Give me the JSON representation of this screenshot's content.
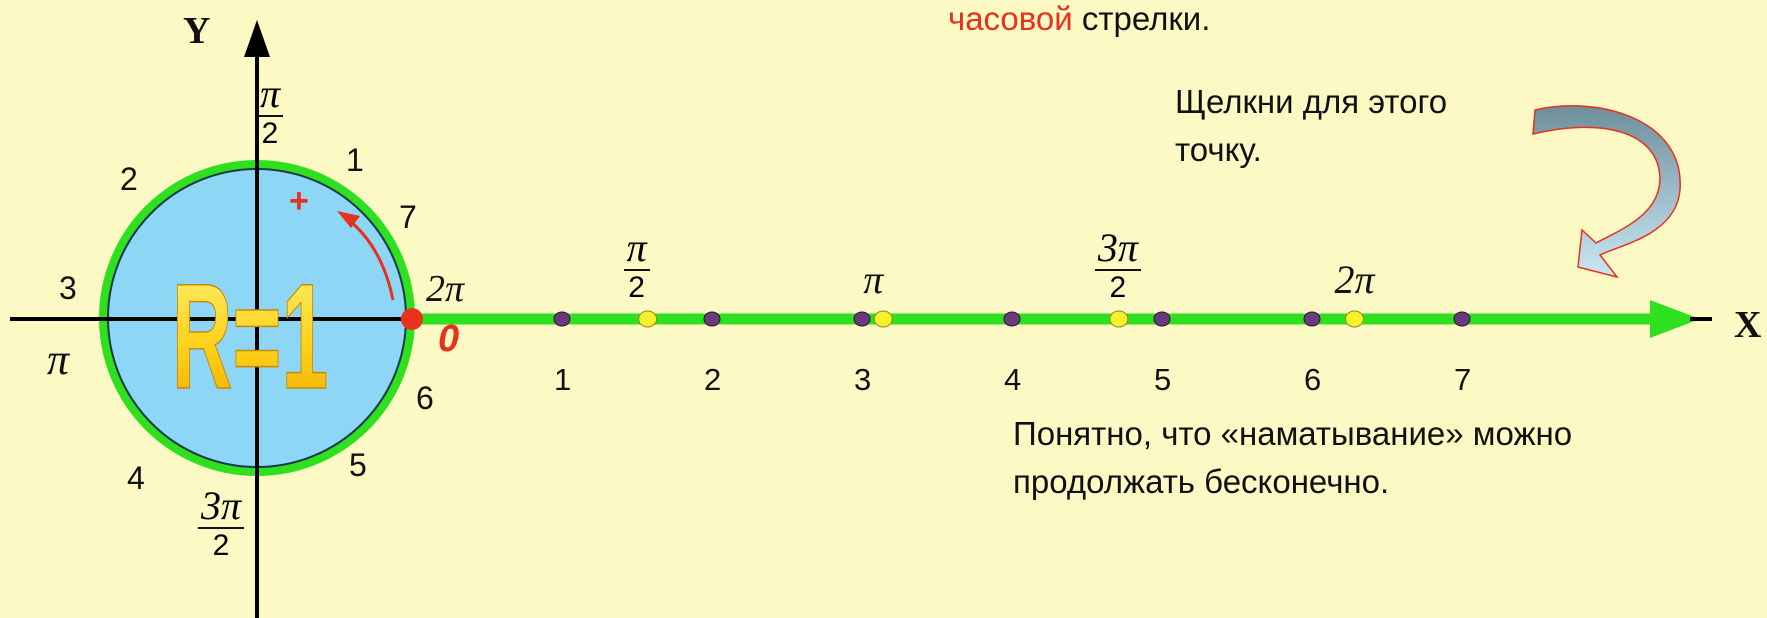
{
  "colors": {
    "background": "#fcf9c4",
    "circle_fill": "#8dd6f5",
    "circle_ring": "#2ee01e",
    "axis_line": "#2ee01e",
    "arrow_red": "#e8321e",
    "hint_red": "#e8321e",
    "point_purple": "#6a3a7a",
    "point_yellow": "#f7f02a",
    "curved_arrow_top": "#7a9aaa",
    "curved_arrow_bottom": "#b8e0ee"
  },
  "axes": {
    "y_label": "Y",
    "x_label": "X"
  },
  "circle": {
    "radius_label": "R=1",
    "plus_sign": "+",
    "zero_label": "0",
    "pi_half_num": "π",
    "pi_half_den": "2",
    "three_pi_half_num": "3π",
    "three_pi_half_den": "2",
    "pi_label": "π",
    "two_pi_label": "2π",
    "marks": [
      "1",
      "2",
      "3",
      "4",
      "5",
      "6",
      "7"
    ]
  },
  "number_line": {
    "ticks": [
      {
        "value": 1,
        "label": "1"
      },
      {
        "value": 2,
        "label": "2"
      },
      {
        "value": 3,
        "label": "3"
      },
      {
        "value": 4,
        "label": "4"
      },
      {
        "value": 5,
        "label": "5"
      },
      {
        "value": 6,
        "label": "6"
      },
      {
        "value": 7,
        "label": "7"
      }
    ],
    "special": [
      {
        "value": 1.5708,
        "num": "π",
        "den": "2"
      },
      {
        "value": 3.1416,
        "label": "π"
      },
      {
        "value": 4.7124,
        "num": "3π",
        "den": "2"
      },
      {
        "value": 6.2832,
        "label": "2π"
      }
    ]
  },
  "text": {
    "top_red_word": "часовой",
    "top_rest": " стрелки.",
    "hint_line1": "Щелкни для этого",
    "hint_line2": "точку.",
    "bottom_line1": "Понятно, что «наматывание» можно",
    "bottom_line2": "продолжать бесконечно."
  }
}
